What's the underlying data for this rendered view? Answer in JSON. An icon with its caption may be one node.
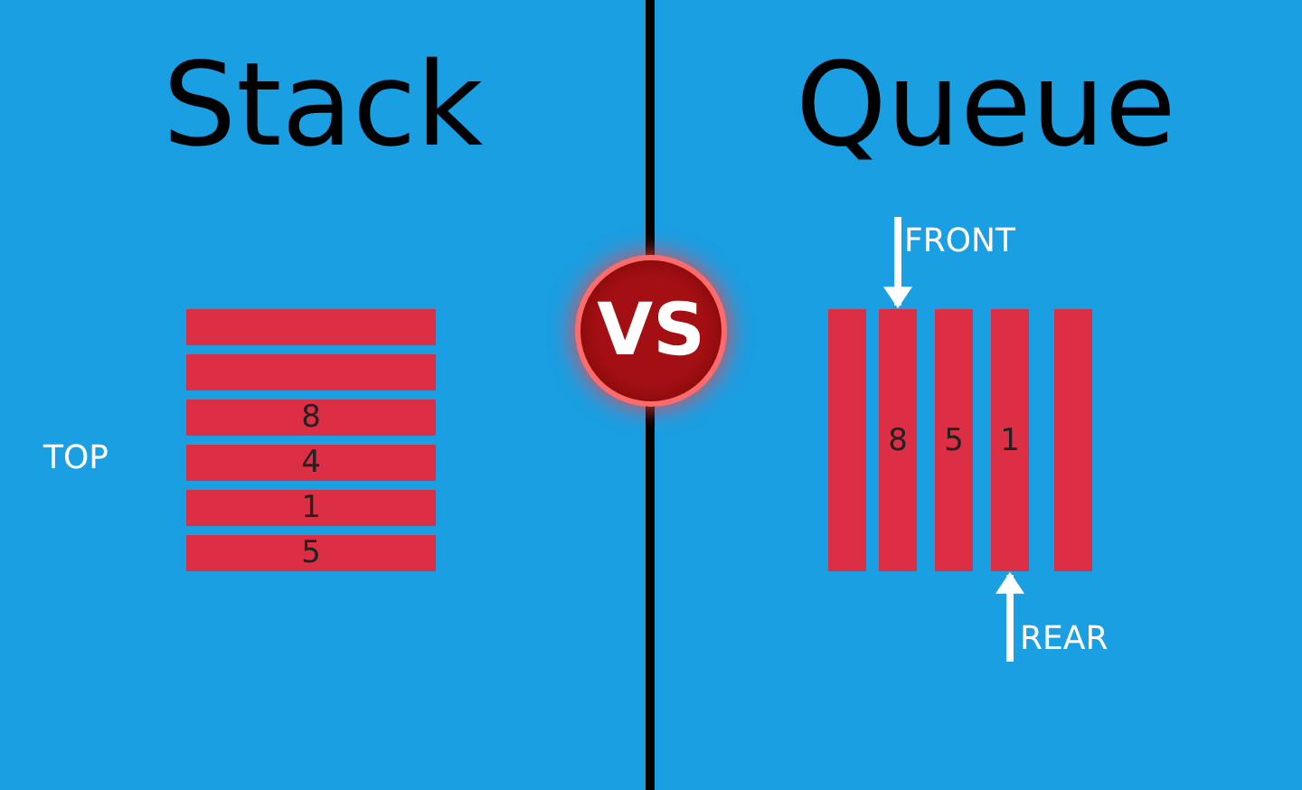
{
  "diagram": {
    "nodes": [
      {
        "text": [],
        "shape": "bar"
      },
      {
        "text": [],
        "shape": "bar"
      },
      {
        "text": [
          "8"
        ]
      },
      {
        "text": [
          "4"
        ]
      },
      {
        "text": [
          "1"
        ]
      },
      {
        "text": [
          "5"
        ]
      },
      {
        "text": [],
        "shape": "bar"
      },
      {
        "text": [
          "8"
        ]
      },
      {
        "text": [
          "5"
        ]
      },
      {
        "text": [
          "1"
        ]
      },
      {
        "text": [],
        "shape": "bar"
      },
      {
        "text": [
          "FRONT"
        ]
      },
      {
        "text": [
          "REAR"
        ]
      },
      {
        "text": [
          "VS"
        ]
      }
    ],
    "edges": [
      {
        "from": 11,
        "to": 7,
        "arrow": "to"
      },
      {
        "from": 12,
        "to": 9,
        "arrow": "to"
      }
    ],
    "labels": [
      "Stack",
      "Queue",
      "TOP"
    ]
  }
}
